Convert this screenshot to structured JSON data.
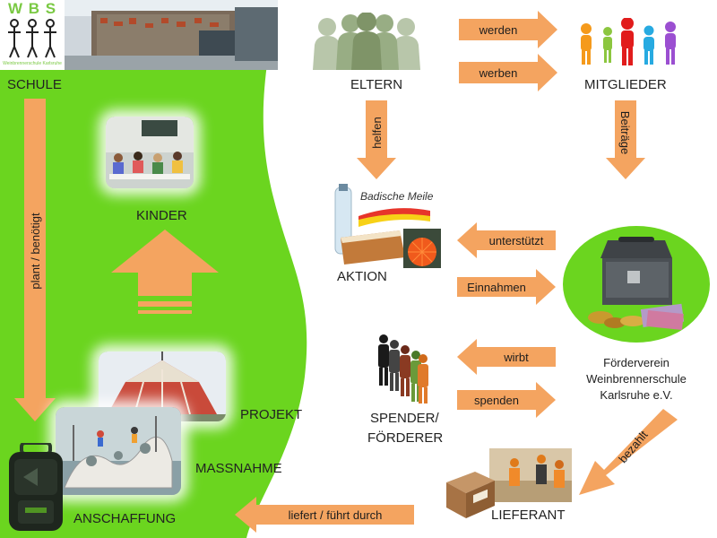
{
  "colors": {
    "green": "#6bd51f",
    "arrow": "#f4a460",
    "arrow_dark": "#e8914a",
    "white": "#ffffff"
  },
  "logo": {
    "letters": "W B S",
    "sub": "Weinbrennerschule Karlsruhe"
  },
  "nodes": {
    "schule": "SCHULE",
    "kinder": "KINDER",
    "projekt": "PROJEKT",
    "massnahme": "MASSNAHME",
    "anschaffung": "ANSCHAFFUNG",
    "eltern": "ELTERN",
    "mitglieder": "MITGLIEDER",
    "aktion": "AKTION",
    "aktion_banner": "Badische Meile",
    "spender_line1": "SPENDER/",
    "spender_line2": "FÖRDERER",
    "lieferant": "LIEFERANT",
    "foerderverein_line1": "Förderverein",
    "foerderverein_line2": "Weinbrennerschule",
    "foerderverein_line3": "Karlsruhe e.V."
  },
  "arrows": {
    "werden": "werden",
    "werben": "werben",
    "helfen": "helfen",
    "beitraege": "Beiträge",
    "unterstuetzt": "unterstützt",
    "einnahmen": "Einnahmen",
    "wirbt": "wirbt",
    "spenden": "spenden",
    "bezahlt": "bezahlt",
    "liefert": "liefert / führt durch",
    "plant": "plant / benötigt"
  },
  "icons": [
    "school-building-icon",
    "parents-silhouette-icon",
    "members-figures-icon",
    "classroom-photo-icon",
    "circus-tent-photo-icon",
    "playground-photo-icon",
    "speaker-device-icon",
    "cake-bottle-icon",
    "cash-box-icon",
    "sponsors-figures-icon",
    "workers-photo-icon",
    "package-box-icon"
  ]
}
